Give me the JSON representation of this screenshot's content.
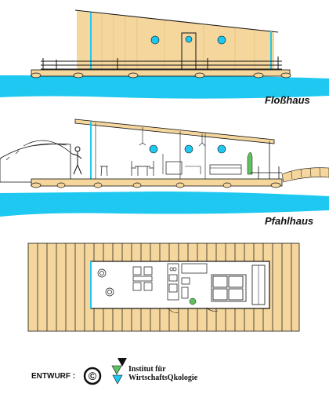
{
  "captions": {
    "raft": "Floßhaus",
    "stilt": "Pfahlhaus"
  },
  "credits": {
    "label": "ENTWURF :",
    "copyright_symbol": "©",
    "institute_line1": "Institut für",
    "institute_line2": "WirtschaftsQkologie"
  },
  "colors": {
    "wood": "#f5d79e",
    "water": "#1ec8f0",
    "line": "#111111",
    "window": "#1ec8f0"
  },
  "icons": [
    "copyright-icon",
    "institute-logo-icon",
    "fishing-figure-icon"
  ]
}
